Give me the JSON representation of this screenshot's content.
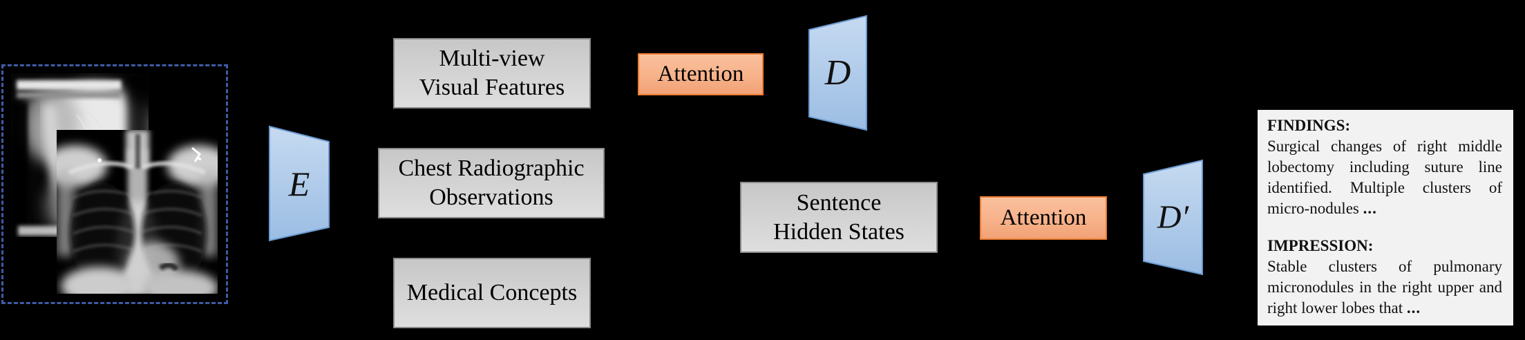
{
  "scene": {
    "background_color": "#000000",
    "input_panel": {
      "content": "multi-view chest x-ray images (lateral and frontal views)",
      "dashed_border_color": "#3E5CA6"
    },
    "encoder": {
      "label": "E"
    },
    "decoder_word": {
      "label": "D"
    },
    "decoder_sentence": {
      "label": "D′"
    },
    "feature_boxes": {
      "multi_view": {
        "lines": [
          "Multi-view",
          "Visual Features"
        ]
      },
      "chest_radiographic": {
        "lines": [
          "Chest Radiographic",
          "Observations"
        ]
      },
      "medical_concepts": {
        "lines": [
          "Medical Concepts"
        ]
      },
      "sentence_hidden": {
        "lines": [
          "Sentence",
          "Hidden States"
        ]
      }
    },
    "attention_1": {
      "label": "Attention"
    },
    "attention_2": {
      "label": "Attention"
    },
    "report": {
      "findings_heading": "FINDINGS:",
      "findings_body": "Surgical changes of right middle lobectomy including suture line identified. Multiple clusters of micro-nodules",
      "findings_ellipsis": "...",
      "impression_heading": "IMPRESSION:",
      "impression_body": "Stable clusters of pulmonary micronodules in the right upper and right lower lobes that",
      "impression_ellipsis": "..."
    },
    "colors": {
      "feature_box_fill": "#d2d2d2",
      "feature_box_border": "#8a8a8a",
      "attention_fill": "#f7b28a",
      "attention_border": "#ED7D31",
      "trapezoid_fill": "#aecbe9",
      "trapezoid_border": "#6b9bd2",
      "report_fill": "#f2f2f2",
      "report_border": "#000000"
    }
  }
}
